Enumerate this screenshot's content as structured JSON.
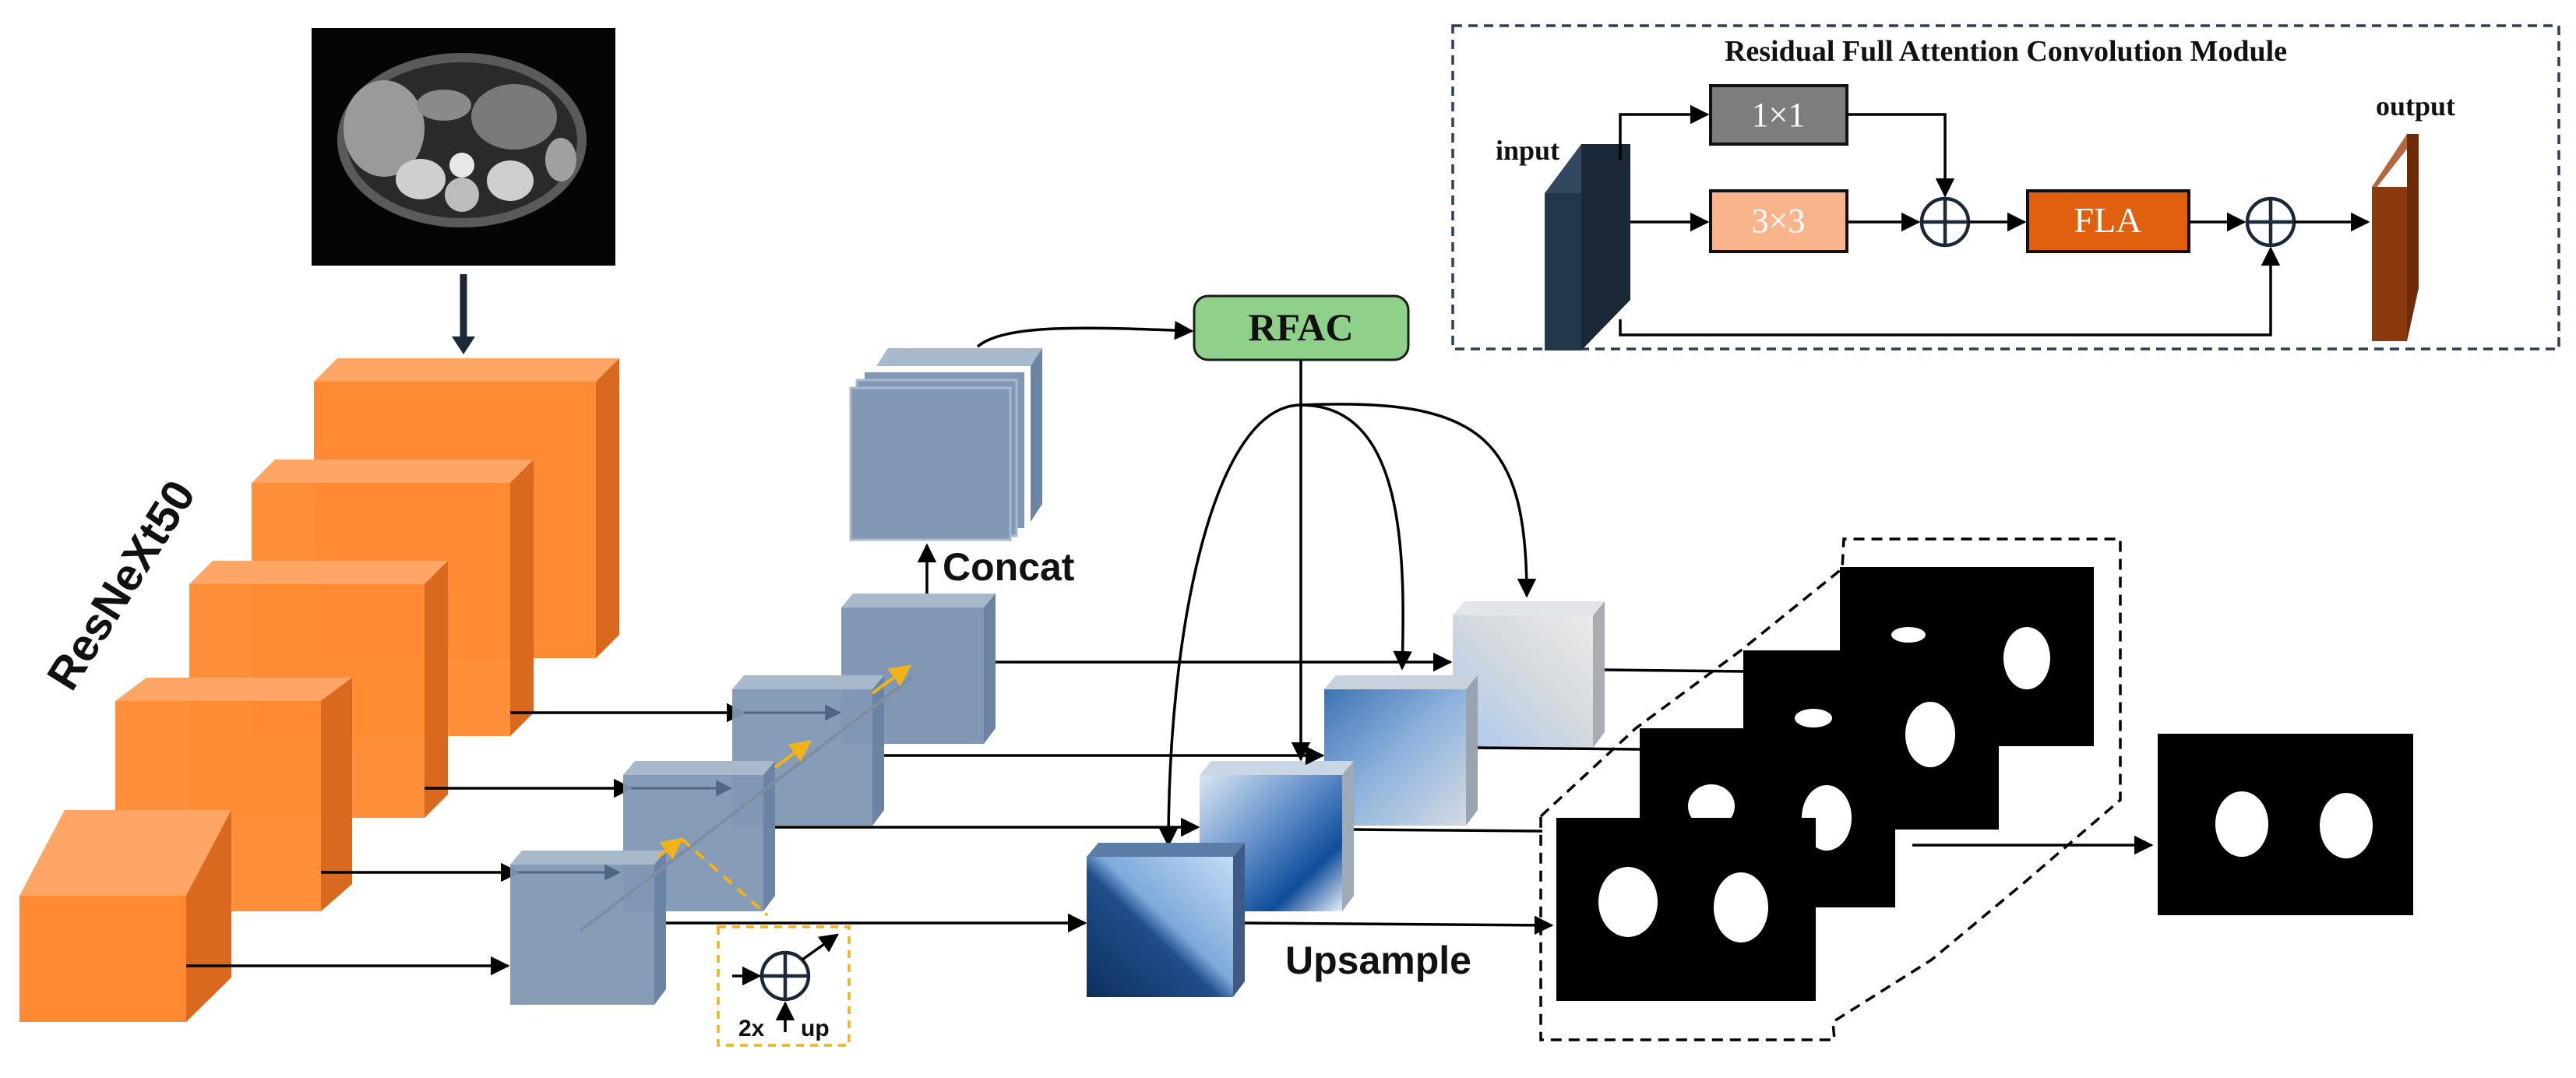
{
  "backbone": {
    "label": "ResNeXt50"
  },
  "labels": {
    "concat": "Concat",
    "upsample": "Upsample",
    "rfac": "RFAC",
    "up_scale": "2x",
    "up": "up"
  },
  "module": {
    "title": "Residual Full Attention Convolution Module",
    "input": "input",
    "output": "output",
    "conv1": "1×1",
    "conv3": "3×3",
    "fla": "FLA"
  },
  "colors": {
    "orange": "#FF8A33",
    "feature_blue": "#8197B3",
    "rfac_green": "#8FD18A",
    "fla_orange": "#E06010",
    "conv3_peach": "#F9B48C",
    "conv1_gray": "#7D7D7D",
    "input_navy": "#24364A",
    "output_brown": "#8B3A10",
    "arrow_gold": "#F2B21B"
  }
}
